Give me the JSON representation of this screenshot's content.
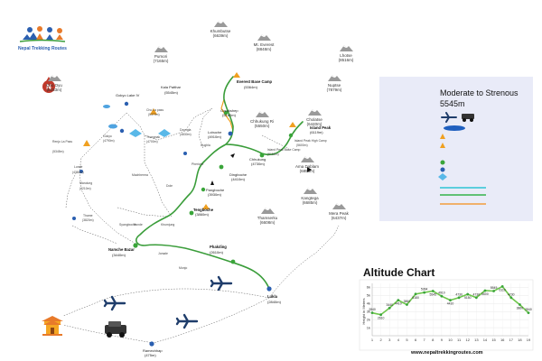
{
  "brand": {
    "name": "Nepal Trekking Routes",
    "url": "www.nepaltrekkingroutes.com"
  },
  "compass": {
    "label": "N"
  },
  "legend": {
    "difficulty": "Moderate to Strenous",
    "max_altitude": "5545m"
  },
  "colors": {
    "route": "#3a9d3a",
    "alt_route": "#f0a020",
    "trail_dashed": "#555555",
    "legend_bg": "#e9ebf8",
    "chart_line": "#6ec64b",
    "cyan_line": "#2ec4d4",
    "green_line": "#34b34a",
    "orange_line": "#f39c3c",
    "dot_blue": "#2a5fb0",
    "dot_green": "#3aa53a"
  },
  "mountains": [
    {
      "name": "Khumbutse",
      "alt": "(6639m)"
    },
    {
      "name": "Mt. Everest",
      "alt": "(8848m)"
    },
    {
      "name": "Cho Oyu",
      "alt": "(8153m)"
    },
    {
      "name": "Pumori",
      "alt": "(7165m)"
    },
    {
      "name": "Cholatse",
      "alt": "(6440m)"
    },
    {
      "name": "Lhotse",
      "alt": "(8516m)"
    },
    {
      "name": "Nuptse",
      "alt": "(7879m)"
    },
    {
      "name": "Kangtega",
      "alt": "(6685m)"
    },
    {
      "name": "Thamserku",
      "alt": "(6608m)"
    },
    {
      "name": "Mera Peak",
      "alt": "(6437m)"
    },
    {
      "name": "Ama Dablam",
      "alt": "(6856m)"
    },
    {
      "name": "Chhukung Ri",
      "alt": "(5550m)"
    }
  ],
  "places": {
    "everest_base_camp": {
      "name": "Everest Base Camp",
      "alt": "(5364m)"
    },
    "kala_patthar": {
      "name": "Kala Patthar",
      "alt": "(5545m)"
    },
    "gorakshep": {
      "name": "Gorakshep",
      "alt": "(5160m)"
    },
    "lobuche": {
      "name": "Lobuche",
      "alt": "(4910m)"
    },
    "island_peak": {
      "name": "Island Peak",
      "alt": "(6119m)"
    },
    "island_peak_hc": {
      "name": "Island Peak High Camp",
      "alt": "(5600m)"
    },
    "island_peak_bc": {
      "name": "Island Peak Base Camp",
      "alt": "(5150m)"
    },
    "chhukung": {
      "name": "Chhukung",
      "alt": "(4730m)"
    },
    "dingboche": {
      "name": "Dingboche",
      "alt": "(4410m)"
    },
    "pangboche": {
      "name": "Pangboche",
      "alt": "(3930m)"
    },
    "tengboche": {
      "name": "Tengboche",
      "alt": "(3860m)"
    },
    "namche": {
      "name": "Namche Bazar",
      "alt": "(3440m)"
    },
    "phakding": {
      "name": "Phakding",
      "alt": "(2610m)"
    },
    "lukla": {
      "name": "Lukla",
      "alt": "(2840m)"
    },
    "ramechhap": {
      "name": "Ramechhap",
      "alt": "(475m)"
    },
    "gokyo_lake": {
      "name": "Gokyo Lake IV"
    },
    "gokyo": {
      "name": "Gokyo",
      "alt": "(4790m)"
    },
    "cho_la": {
      "name": "Cho La pass",
      "alt": "(5370m)"
    },
    "renjo_la": {
      "name": "Renjo La Pass",
      "alt": "(5345m)"
    },
    "lunde": {
      "name": "Lunde",
      "alt": "(4380m)"
    },
    "marulung": {
      "name": "Marulung",
      "alt": "(4210m)"
    },
    "thame": {
      "name": "Thame",
      "alt": "(3820m)"
    },
    "thangnak": {
      "name": "Thangnak",
      "alt": "(4700m)"
    },
    "dzongla": {
      "name": "Dzongla",
      "alt": "(4830m)"
    }
  },
  "small_places": [
    "Dughla",
    "Pheriche",
    "Machherma",
    "Dole",
    "Khumjung",
    "Kunde",
    "Syangboche",
    "Monjo",
    "Jorsale"
  ],
  "chart_data": {
    "type": "line",
    "title": "Altitude Chart",
    "ylabel": "Height in Meters",
    "x": [
      1,
      2,
      3,
      4,
      5,
      6,
      7,
      8,
      9,
      10,
      11,
      12,
      13,
      14,
      15,
      16,
      17,
      18,
      19
    ],
    "values": [
      2840,
      2610,
      3440,
      4410,
      3860,
      5180,
      5364,
      5545,
      4910,
      4410,
      4730,
      5150,
      4730,
      5600,
      5545,
      6119,
      4730,
      3860,
      2840
    ],
    "value_labels": [
      "2840",
      "2610",
      "3440",
      "4410",
      "3860",
      "5180",
      "5364",
      "5545",
      "4910",
      "4410",
      "4730",
      "5150",
      "4730",
      "5600",
      "5545",
      "6119",
      "4730",
      "3860",
      "2840"
    ],
    "y_ticks": [
      "1k",
      "2k",
      "3k",
      "4k",
      "5k",
      "6k"
    ],
    "ylim": [
      0,
      6500
    ],
    "grid": true
  }
}
